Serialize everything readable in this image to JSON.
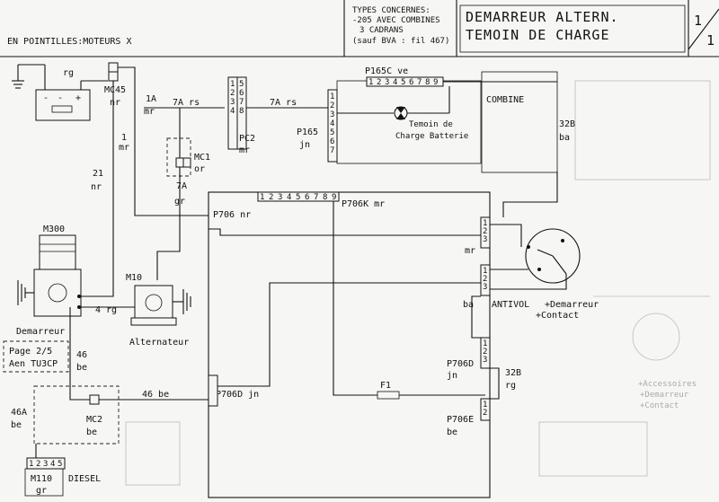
{
  "header": {
    "note_dotted": "EN POINTILLES:MOTEURS X",
    "types_title": "TYPES CONCERNES:",
    "types_line1": "-205 AVEC COMBINES",
    "types_line2": "3 CADRANS",
    "types_line3": "(sauf BVA : fil 467)",
    "title_line1": "DEMARREUR ALTERN.",
    "title_line2": "TEMOIN DE CHARGE",
    "page_num": "1",
    "page_den": "1"
  },
  "labels": {
    "rg": "rg",
    "mc45": "MC45",
    "nr": "nr",
    "w1a": "1A",
    "mr": "mr",
    "w7a_rs_1": "7A rs",
    "w7a_rs_2": "7A rs",
    "w1": "1",
    "w21": "21",
    "pc2": "PC2",
    "mc1": "MC1",
    "or": "or",
    "w7a": "7A",
    "gr": "gr",
    "p165": "P165",
    "jn": "jn",
    "p165c": "P165C ve",
    "combine": "COMBINE",
    "temoin1": "Temoin de",
    "temoin2": "Charge Batterie",
    "w32b": "32B",
    "ba": "ba",
    "p706nr": "P706 nr",
    "p706k": "P706K mr",
    "m300": "M300",
    "m10": "M10",
    "w4rg": "4 rg",
    "demarreur": "Demarreur",
    "alternateur": "Alternateur",
    "page_ref1": "Page 2/5",
    "page_ref2": "Aen TU3CP",
    "w46": "46",
    "be": "be",
    "w46a": "46A",
    "mc2": "MC2",
    "w46be": "46 be",
    "p706d_jn": "P706D jn",
    "f1": "F1",
    "antivol": "ANTIVOL",
    "plus_dem": "+Demarreur",
    "plus_contact": "+Contact",
    "p706d": "P706D",
    "p706e": "P706E",
    "w32b_2": "32B",
    "m110": "M110",
    "diesel": "DIESEL",
    "ghost1": "+Accessoires",
    "ghost2": "+Demarreur",
    "ghost3": "+Contact",
    "c1": "1",
    "c2": "2",
    "c3": "3",
    "c4": "4",
    "c5": "5",
    "c6": "6",
    "c7": "7",
    "c8": "8",
    "c9": "9"
  }
}
